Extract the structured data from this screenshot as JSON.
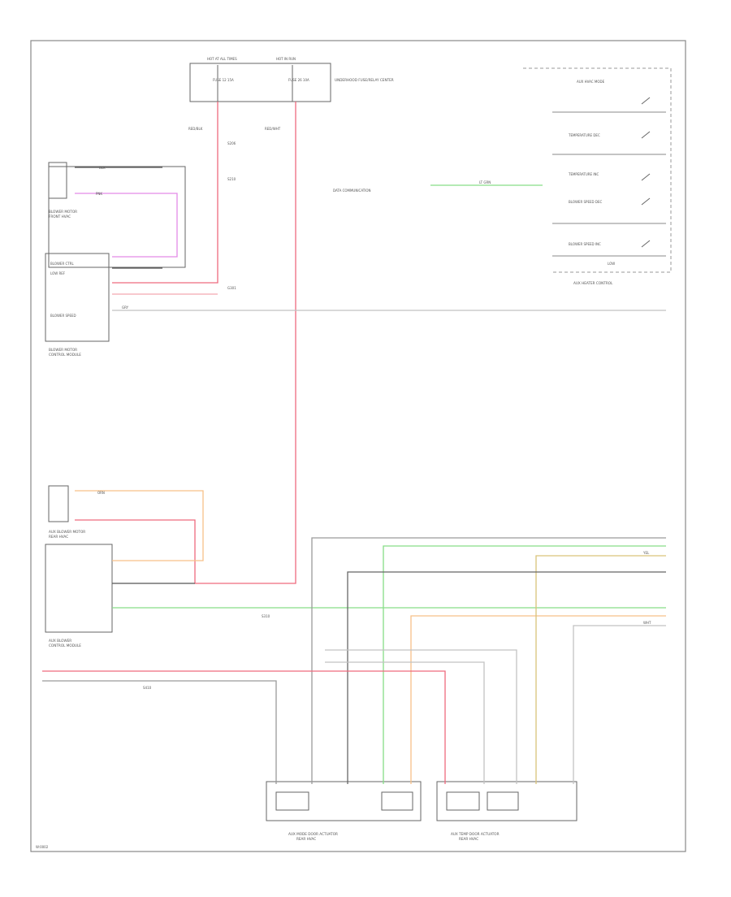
{
  "colors": {
    "red": "#ef6a7e",
    "pink": "#f4a7b0",
    "magenta": "#e38be8",
    "orange": "#f7c189",
    "green": "#86dd86",
    "gray": "#9a9a9a",
    "darkgray": "#666666",
    "yellow": "#d9c37a",
    "black": "#555555",
    "lightgray": "#c2c2c2"
  },
  "wires": {
    "red": "RED/BLK",
    "red2": "RED/WHT",
    "pink": "PNK",
    "orange": "ORN",
    "green": "LT GRN",
    "gray": "GRY",
    "black": "BLK",
    "yellow": "YEL",
    "white": "WHT"
  },
  "fusebox": {
    "title1": "HOT AT ALL TIMES",
    "title2": "HOT IN RUN",
    "fuse1": "FUSE 12 15A",
    "fuse2": "FUSE 26 10A",
    "caption": "UNDERHOOD FUSE/RELAY CENTER"
  },
  "switch_panel": {
    "items": [
      "AUX HVAC MODE",
      "TEMPERATURE DEC",
      "TEMPERATURE INC",
      "BLOWER SPEED DEC",
      "BLOWER SPEED INC"
    ],
    "caption": "AUX HEATER CONTROL",
    "low": "LOW",
    "signal": "DATA COMMUNICATION"
  },
  "blower_motor": {
    "caption": "BLOWER MOTOR",
    "caption2": "FRONT HVAC"
  },
  "blower_module": {
    "caption1": "BLOWER MOTOR",
    "caption2": "CONTROL MODULE",
    "label1": "BLOWER CTRL",
    "label2": "LOW REF",
    "label3": "BLOWER SPEED"
  },
  "aux_motor": {
    "caption": "AUX BLOWER MOTOR",
    "caption2": "REAR HVAC"
  },
  "aux_module": {
    "caption1": "AUX BLOWER",
    "caption2": "CONTROL MODULE"
  },
  "splice": {
    "s1": "S206",
    "s2": "S210",
    "s3": "S310",
    "s4": "S410",
    "g": "G301"
  },
  "actuators": {
    "a1": "AUX MODE DOOR ACTUATOR",
    "a1b": "REAR HVAC",
    "a2": "AUX TEMP DOOR ACTUATOR",
    "a2b": "REAR HVAC"
  },
  "footer": "W:0002"
}
